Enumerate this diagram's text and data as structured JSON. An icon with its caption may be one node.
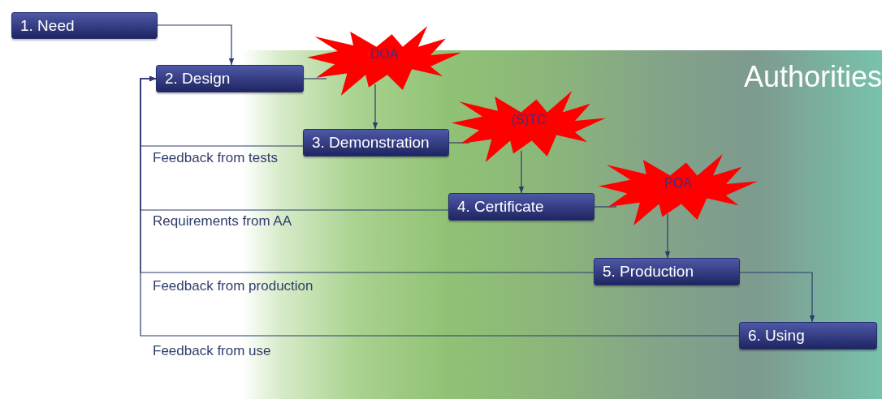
{
  "diagram": {
    "nodes": [
      {
        "text": [
          "1. Need"
        ]
      },
      {
        "text": [
          "2. Design"
        ]
      },
      {
        "text": [
          "Authorities"
        ]
      },
      {
        "text": [
          "DOA"
        ]
      },
      {
        "text": [
          "3. Demonstration"
        ],
        "in": 2
      },
      {
        "text": [
          "(S)TC"
        ],
        "in": 2
      },
      {
        "text": [
          "4. Certificate"
        ],
        "in": 2
      },
      {
        "text": [
          "POA"
        ],
        "in": 2
      },
      {
        "text": [
          "5. Production"
        ],
        "in": 2
      },
      {
        "text": [
          "6. Using"
        ],
        "in": 2
      }
    ],
    "edges": [
      {
        "from": 0,
        "to": 1,
        "arrow": "to"
      },
      {
        "from": 1,
        "to": 3,
        "arrow": "none"
      },
      {
        "from": 3,
        "to": 4,
        "arrow": "to"
      },
      {
        "from": 4,
        "to": 5,
        "arrow": "none"
      },
      {
        "from": 5,
        "to": 6,
        "arrow": "to"
      },
      {
        "from": 6,
        "to": 7,
        "arrow": "none"
      },
      {
        "from": 7,
        "to": 8,
        "arrow": "to"
      },
      {
        "from": 8,
        "to": 9,
        "arrow": "to"
      },
      {
        "from": 4,
        "to": 1,
        "arrow": "to",
        "label": "Feedback from tests"
      },
      {
        "from": 6,
        "to": 1,
        "arrow": "to",
        "label": "Requirements from AA"
      },
      {
        "from": 8,
        "to": 1,
        "arrow": "to",
        "label": "Feedback from production"
      },
      {
        "from": 9,
        "to": 1,
        "arrow": "to",
        "label": "Feedback from use"
      }
    ]
  }
}
